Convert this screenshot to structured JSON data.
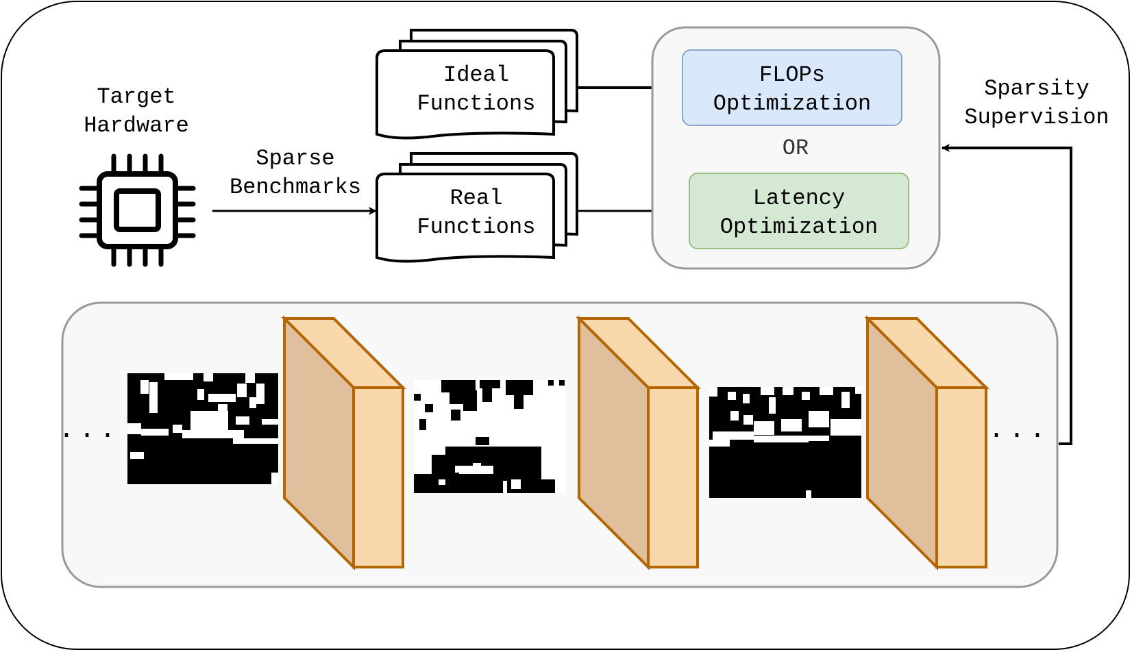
{
  "hardware": {
    "label_line1": "Target",
    "label_line2": "Hardware",
    "icon": "cpu-chip-icon"
  },
  "benchmark": {
    "label_line1": "Sparse",
    "label_line2": "Benchmarks"
  },
  "functions": {
    "ideal_line1": "Ideal",
    "ideal_line2": "Functions",
    "real_line1": "Real",
    "real_line2": "Functions"
  },
  "optimization": {
    "flops_line1": "FLOPs",
    "flops_line2": "Optimization",
    "or_label": "OR",
    "latency_line1": "Latency",
    "latency_line2": "Optimization",
    "flops_color": "#dae8fc",
    "latency_color": "#d5e8d4"
  },
  "supervision": {
    "label_line1": "Sparsity",
    "label_line2": "Supervision"
  },
  "network": {
    "ellipsis_left": "...",
    "ellipsis_right": "...",
    "layer_front_color": "#f9d8ac",
    "layer_side_color": "#e0c09c",
    "layer_stroke_color": "#b46504"
  }
}
